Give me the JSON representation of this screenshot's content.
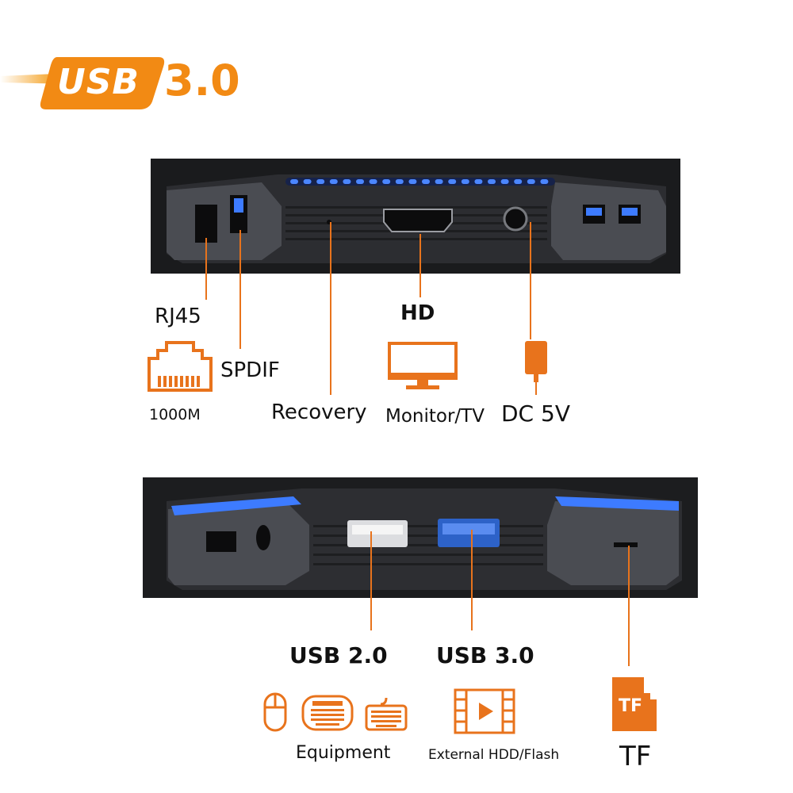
{
  "header": {
    "badge_text": "USB",
    "version_text": "3.0"
  },
  "back_panel": {
    "ports": [
      {
        "label": "RJ45",
        "sublabel": "1000M",
        "icon": "ethernet-port-icon"
      },
      {
        "label": "SPDIF",
        "icon": ""
      },
      {
        "label": "Recovery",
        "icon": ""
      },
      {
        "label": "HD",
        "sublabel": "Monitor/TV",
        "icon": "monitor-icon"
      },
      {
        "label": "DC 5V",
        "icon": "power-adapter-icon"
      }
    ]
  },
  "side_panel": {
    "ports": [
      {
        "label": "USB 2.0",
        "sublabel": "Equipment",
        "icons": [
          "mouse-icon",
          "mini-keyboard-icon",
          "keyboard-icon"
        ]
      },
      {
        "label": "USB 3.0",
        "sublabel": "External HDD/Flash",
        "icon": "video-file-icon"
      },
      {
        "label": "TF",
        "sublabel": "TF",
        "icon": "tf-card-icon",
        "icon_text": "TF"
      }
    ]
  },
  "colors": {
    "accent_orange": "#f28a14",
    "lead_line": "#e8731c",
    "device_body": "#2a2b2e",
    "led_blue": "#3d7bff"
  }
}
